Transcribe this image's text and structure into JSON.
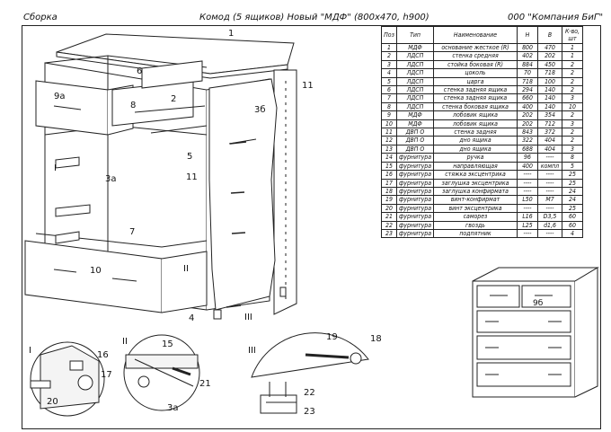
{
  "header": {
    "left": "Сборка",
    "middle": "Комод (5 ящиков) Новый \"МДФ\"  (800х470, h900)",
    "right": "000 \"Компания БиГ\""
  },
  "table": {
    "columns": [
      "Поз",
      "Тип",
      "Наименование",
      "Н",
      "В",
      "К-во, шт"
    ],
    "rows": [
      [
        "1",
        "МДФ",
        "основание жесткое (R)",
        "800",
        "470",
        "1"
      ],
      [
        "2",
        "ЛДСП",
        "стенка средняя",
        "402",
        "202",
        "1"
      ],
      [
        "3",
        "ЛДСП",
        "стойка боковая (R)",
        "884",
        "450",
        "2"
      ],
      [
        "4",
        "ЛДСП",
        "цоколь",
        "70",
        "718",
        "2"
      ],
      [
        "5",
        "ЛДСП",
        "царга",
        "718",
        "100",
        "2"
      ],
      [
        "6",
        "ЛДСП",
        "стенка задняя ящика",
        "294",
        "140",
        "2"
      ],
      [
        "7",
        "ЛДСП",
        "стенка задняя ящика",
        "660",
        "140",
        "3"
      ],
      [
        "8",
        "ЛДСП",
        "стенка боковая ящика",
        "400",
        "140",
        "10"
      ],
      [
        "9",
        "МДФ",
        "лобовик ящика",
        "202",
        "354",
        "2"
      ],
      [
        "10",
        "МДФ",
        "лобовик ящика",
        "202",
        "712",
        "3"
      ],
      [
        "11",
        "ДВП О",
        "стенка задняя",
        "843",
        "372",
        "2"
      ],
      [
        "12",
        "ДВП О",
        "дно ящика",
        "322",
        "404",
        "2"
      ],
      [
        "13",
        "ДВП О",
        "дно ящика",
        "688",
        "404",
        "3"
      ],
      [
        "14",
        "фурнитура",
        "ручка",
        "96",
        "----",
        "8"
      ],
      [
        "15",
        "фурнитура",
        "направляющая",
        "400",
        "компл",
        "5"
      ],
      [
        "16",
        "фурнитура",
        "стяжка эксцентрика",
        "----",
        "----",
        "25"
      ],
      [
        "17",
        "фурнитура",
        "заглушка эксцентрика",
        "----",
        "----",
        "25"
      ],
      [
        "18",
        "фурнитура",
        "заглушка конфирмата",
        "----",
        "----",
        "24"
      ],
      [
        "19",
        "фурнитура",
        "винт-конфирмат",
        "L50",
        "M7",
        "24"
      ],
      [
        "20",
        "фурнитура",
        "винт эксцентрика",
        "----",
        "----",
        "25"
      ],
      [
        "21",
        "фурнитура",
        "саморез",
        "L16",
        "D3,5",
        "60"
      ],
      [
        "22",
        "фурнитура",
        "гвоздь",
        "L25",
        "d1,6",
        "60"
      ],
      [
        "23",
        "фурнитура",
        "подпятник",
        "----",
        "----",
        "4"
      ]
    ]
  },
  "callouts": {
    "c1": "1",
    "c2": "2",
    "c3a": "3а",
    "c3b": "3б",
    "c4": "4",
    "c5": "5",
    "c6": "6",
    "c7": "7",
    "c8": "8",
    "c9a": "9а",
    "c9b": "9б",
    "c10": "10",
    "c11a": "11",
    "c11b": "11",
    "d15": "15",
    "d16": "16",
    "d17": "17",
    "d18": "18",
    "d19": "19",
    "d20": "20",
    "d21": "21",
    "d22": "22",
    "d23": "23",
    "d3a": "3а",
    "rI": "I",
    "rII": "II",
    "rIII": "III",
    "rI2": "I",
    "rII2": "II",
    "rIII2": "III"
  }
}
